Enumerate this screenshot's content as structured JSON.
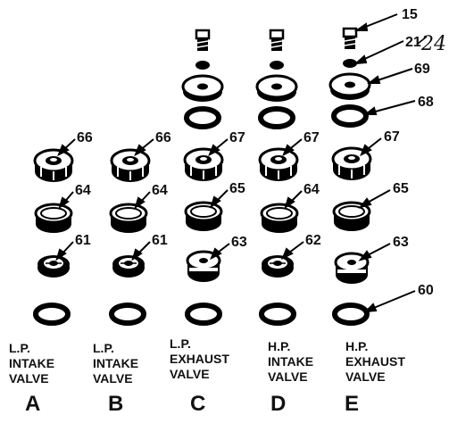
{
  "part_numbers": {
    "n15": "15",
    "n21": "21",
    "n60": "60",
    "n61": "61",
    "n62": "62",
    "n63": "63",
    "n64": "64",
    "n65": "65",
    "n66": "66",
    "n67": "67",
    "n68": "68",
    "n69": "69"
  },
  "handwritten_note": "24",
  "columns": [
    {
      "line1": "L.P.",
      "line2": "INTAKE",
      "line3": "VALVE",
      "letter": "A"
    },
    {
      "line1": "L.P.",
      "line2": "INTAKE",
      "line3": "VALVE",
      "letter": "B"
    },
    {
      "line1": "L.P.",
      "line2": "EXHAUST",
      "line3": "VALVE",
      "letter": "C"
    },
    {
      "line1": "H.P.",
      "line2": "INTAKE",
      "line3": "VALVE",
      "letter": "D"
    },
    {
      "line1": "H.P.",
      "line2": "EXHAUST",
      "line3": "VALVE",
      "letter": "E"
    }
  ]
}
